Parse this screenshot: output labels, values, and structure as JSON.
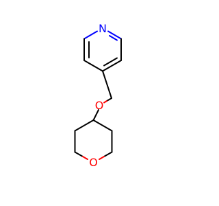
{
  "molecule": {
    "atoms": [
      {
        "id": "n1",
        "element": "N",
        "label": "N",
        "color": "#0000ff"
      },
      {
        "id": "o_ether",
        "element": "O",
        "label": "O",
        "color": "#ff0000"
      },
      {
        "id": "o_ring",
        "element": "O",
        "label": "O",
        "color": "#ff0000"
      }
    ],
    "bond_color": "#000000"
  }
}
